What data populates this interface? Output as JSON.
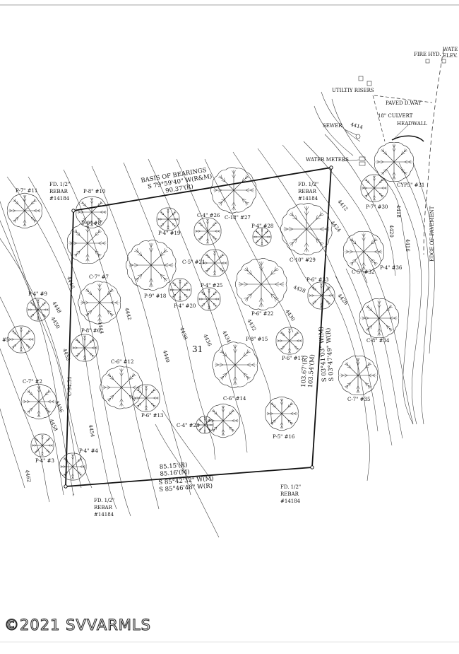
{
  "basis_of_bearings": {
    "title": "BASIS OF BEARINGS",
    "bearing": "S 79°59'40\" W(R&M)",
    "distance": "90.37'(R)"
  },
  "south_line": {
    "dist_r": "85.15'(R)",
    "dist_m": "85.16'(M)",
    "bearing_m": "S 85°42'32\" W(M)",
    "bearing_r": "S 85°46'48\" W(R)"
  },
  "east_line": {
    "dist_r": "103.67'(R)",
    "dist_m": "103.54'(M)",
    "bearing_m": "S 03°41'03\" W(M)",
    "bearing_r": "S 03°47'49\" W(R)"
  },
  "west_line": {
    "label": "C-94.31"
  },
  "lot_number": "31",
  "monuments": [
    {
      "line1": "FD. 1/2\"",
      "line2": "REBAR",
      "line3": "#14184"
    },
    {
      "line1": "FD. 1/2\"",
      "line2": "REBAR",
      "line3": "#14184"
    },
    {
      "line1": "FD. 1/2\"",
      "line2": "REBAR",
      "line3": "#14184"
    },
    {
      "line1": "FD. 1/2\"",
      "line2": "REBAR",
      "line3": "#14184"
    }
  ],
  "features": {
    "fire_hydrant": "FIRE HYD.",
    "water_elev_1": "WATE",
    "water_elev_2": "ELEV.",
    "utility_risers": "UTILTIY RISERS",
    "paved_dway": "PAVED D.WAY",
    "culvert": "18\" CULVERT",
    "headwall": "HEADWALL",
    "sewer": "SEWER",
    "water_meters": "WATER METERS",
    "edge_of_pavement": "EDGE OF PAVEMENT"
  },
  "contours": [
    "4414",
    "4412",
    "4424",
    "4418",
    "4420",
    "4416",
    "4426",
    "4428",
    "4430",
    "4432",
    "4434",
    "4436",
    "4438",
    "4440",
    "4442",
    "4444",
    "4446",
    "4448",
    "4450",
    "4452",
    "4454",
    "4456",
    "4458",
    "4462"
  ],
  "trees": [
    {
      "label": "P-7\" #11"
    },
    {
      "label": "P-8\" #10"
    },
    {
      "label": "P-9\" #8"
    },
    {
      "label": "C-7\" #7"
    },
    {
      "label": "P-4\" #9"
    },
    {
      "label": "P-8\" #6"
    },
    {
      "label": "#5"
    },
    {
      "label": "C-7\" #2"
    },
    {
      "label": "C-6\" #12"
    },
    {
      "label": "P-6\" #13"
    },
    {
      "label": "P-4\" #3"
    },
    {
      "label": "P-4\" #4"
    },
    {
      "label": "C-18\" #27"
    },
    {
      "label": "C-4\" #26"
    },
    {
      "label": "P-4\" #19"
    },
    {
      "label": "C-5\" #21"
    },
    {
      "label": "P-9\" #18"
    },
    {
      "label": "P-4\" #20"
    },
    {
      "label": "P-4\" #25"
    },
    {
      "label": "P-4\" #28"
    },
    {
      "label": "P-6\" #22"
    },
    {
      "label": "C-10\" #29"
    },
    {
      "label": "P-6\" #33"
    },
    {
      "label": "P-8\" #15"
    },
    {
      "label": "P-6\" #17"
    },
    {
      "label": "C-6\" #14"
    },
    {
      "label": "C-4\" #23"
    },
    {
      "label": "P-5\" #16"
    },
    {
      "label": "CYP5\" #31"
    },
    {
      "label": "P-7\" #30"
    },
    {
      "label": "C-5\" #32"
    },
    {
      "label": "P-4\" #36"
    },
    {
      "label": "C-8\" #34"
    },
    {
      "label": "C-7\" #35"
    }
  ],
  "watermark": "©2021 SVVARMLS"
}
